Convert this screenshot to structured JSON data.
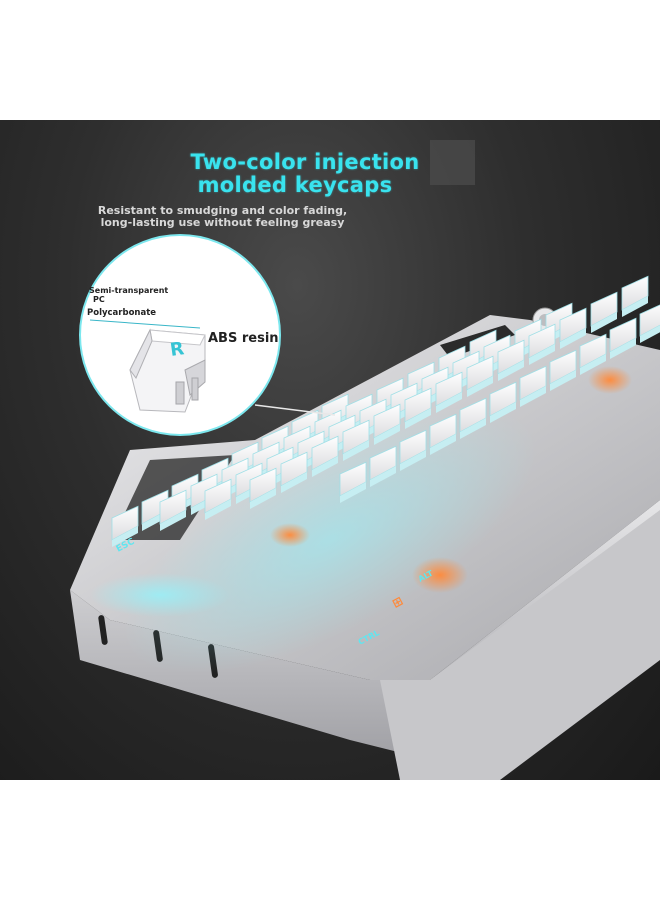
{
  "headline": {
    "line1": "Two-color injection",
    "line2": "molded keycaps"
  },
  "subtitle": {
    "line1": "Resistant to smudging and color fading,",
    "line2": "long-lasting use without feeling greasy"
  },
  "callout": {
    "label_semi": "Semi-transparent",
    "label_pc": "PC",
    "label_polycarbonate": "Polycarbonate",
    "label_abs": "ABS resin",
    "keycap_legend": "R"
  },
  "keycap_legends": {
    "esc": "ESC",
    "alt": "ALT",
    "ctrl": "CTRL",
    "win": "⊞"
  },
  "colors": {
    "headline": "#39e3ee",
    "backlight": "#7ff3ff",
    "accent_orange": "#ff7a2a",
    "background_dark": "#2b2b2b",
    "chassis": "#d4d4d6"
  }
}
